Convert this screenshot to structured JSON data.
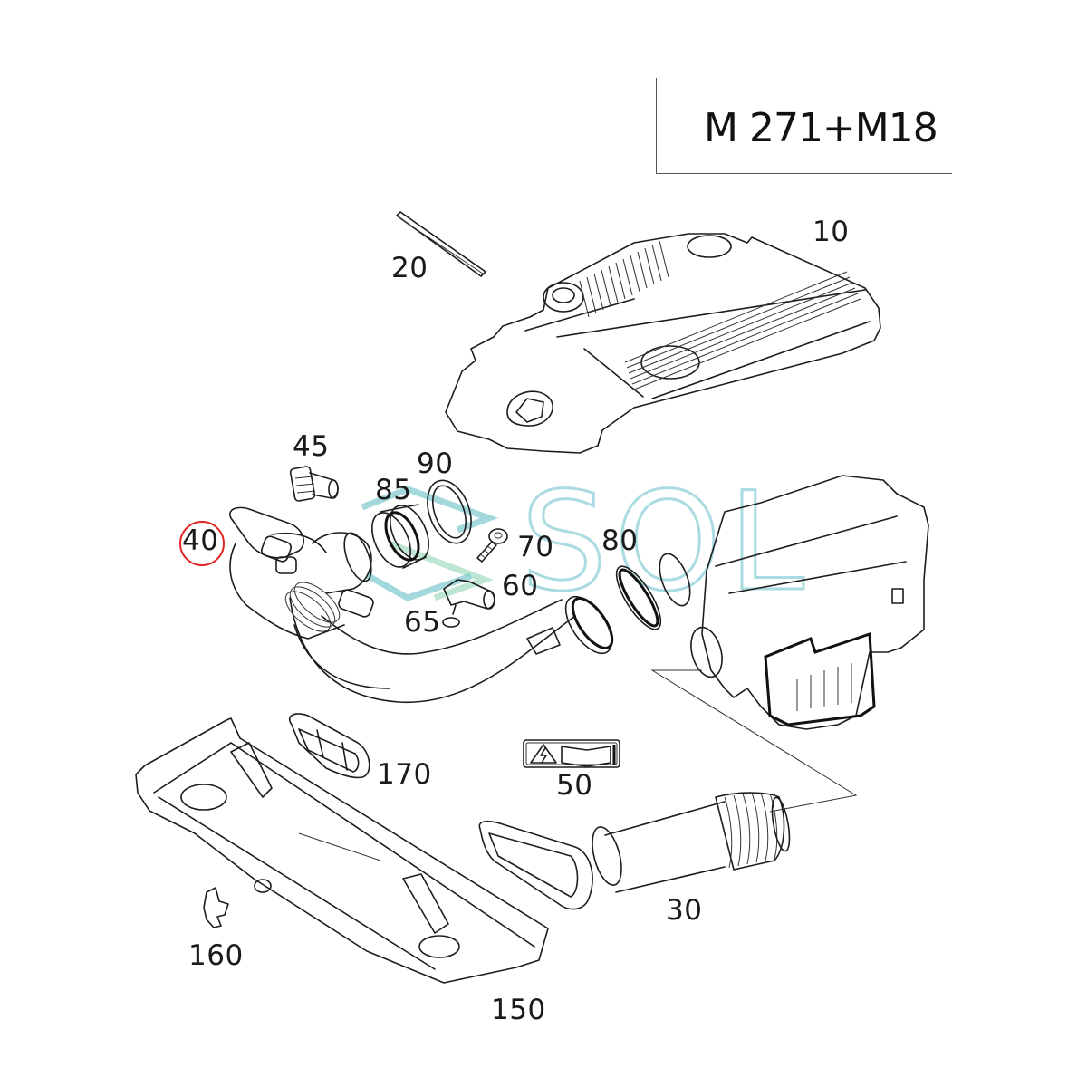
{
  "diagram": {
    "title": "M 271+M18",
    "type": "exploded-parts-diagram",
    "highlighted_part": "40",
    "highlight_color": "#e32222",
    "watermark": "SOL",
    "watermark_color": "#7ec8d0",
    "parts": [
      {
        "id": "p10",
        "label": "10",
        "description": "engine cover"
      },
      {
        "id": "p20",
        "label": "20",
        "description": "seal strip"
      },
      {
        "id": "p30",
        "label": "30",
        "description": "intake duct with bellows"
      },
      {
        "id": "p40",
        "label": "40",
        "description": "air intake hose",
        "highlighted": true
      },
      {
        "id": "p45",
        "label": "45",
        "description": "valve fitting"
      },
      {
        "id": "p50",
        "label": "50",
        "description": "warning label"
      },
      {
        "id": "p60",
        "label": "60",
        "description": "sensor connector"
      },
      {
        "id": "p65",
        "label": "65",
        "description": "o-ring"
      },
      {
        "id": "p70",
        "label": "70",
        "description": "screw"
      },
      {
        "id": "p80",
        "label": "80",
        "description": "hose clamp"
      },
      {
        "id": "p85",
        "label": "85",
        "description": "coupling sleeve"
      },
      {
        "id": "p90",
        "label": "90",
        "description": "sealing ring"
      },
      {
        "id": "p150",
        "label": "150",
        "description": "lower cover tray"
      },
      {
        "id": "p160",
        "label": "160",
        "description": "clip"
      },
      {
        "id": "p170",
        "label": "170",
        "description": "grommet frame"
      }
    ]
  }
}
